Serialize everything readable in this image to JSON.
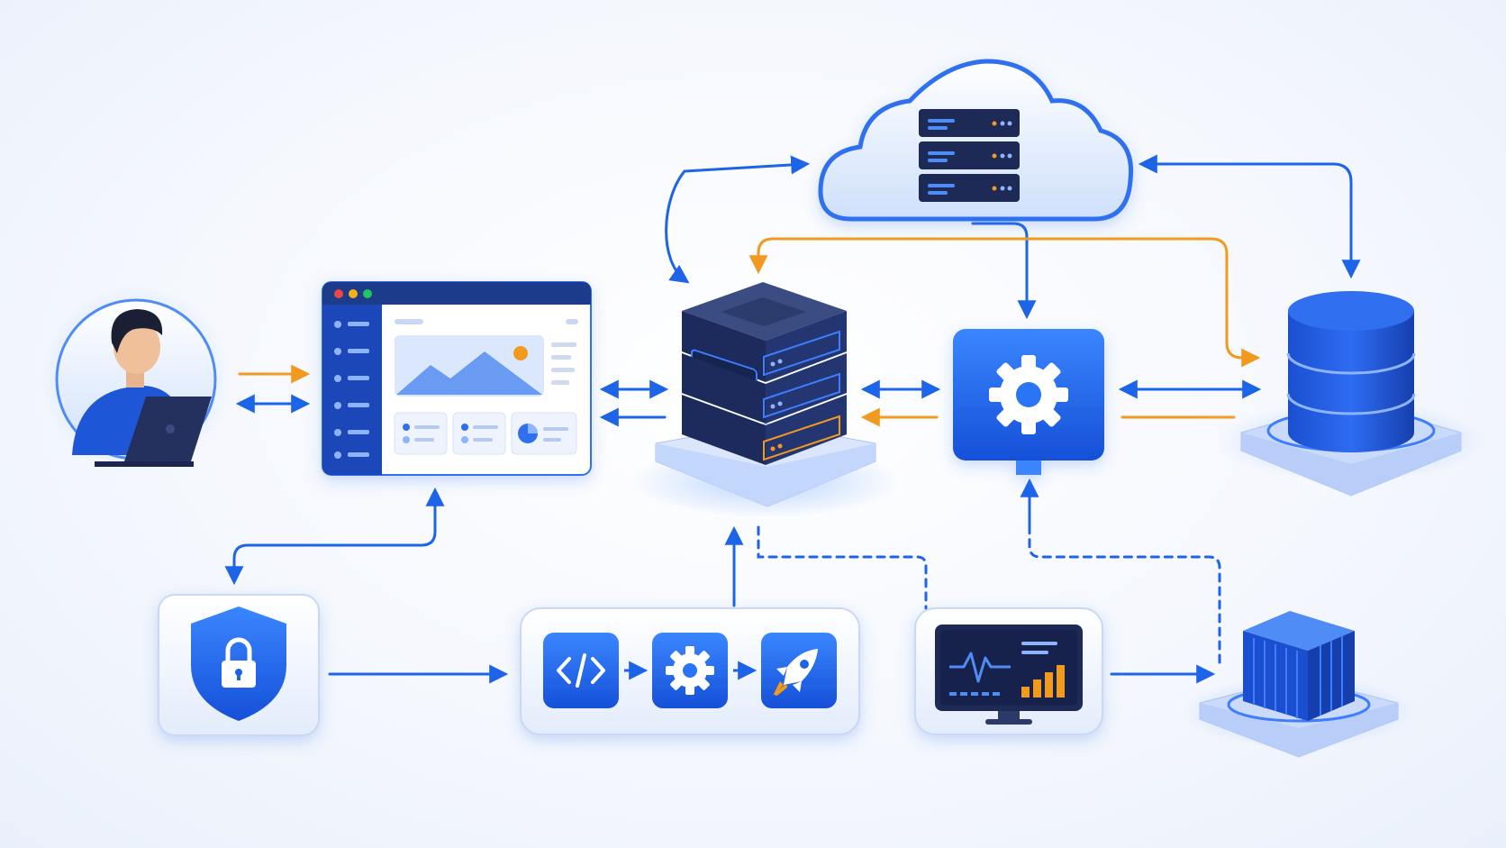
{
  "diagram": {
    "nodes": [
      {
        "id": "user",
        "icon": "person-with-laptop-icon"
      },
      {
        "id": "web-app",
        "icon": "browser-window-icon",
        "window_dots": [
          "#ef4444",
          "#f5b013",
          "#22c55e"
        ]
      },
      {
        "id": "app-server",
        "icon": "server-stack-icon"
      },
      {
        "id": "cloud",
        "icon": "cloud-server-icon"
      },
      {
        "id": "processing-service",
        "icon": "gear-icon"
      },
      {
        "id": "database",
        "icon": "database-icon"
      },
      {
        "id": "security",
        "icon": "shield-lock-icon"
      },
      {
        "id": "ci-cd-pipeline",
        "icons": [
          "code-icon",
          "gear-icon",
          "rocket-icon"
        ]
      },
      {
        "id": "monitoring",
        "icon": "monitor-chart-icon"
      },
      {
        "id": "container",
        "icon": "shipping-container-icon"
      }
    ],
    "edges": [
      {
        "from": "user",
        "to": "web-app",
        "style": "solid",
        "color": "orange",
        "direction": "forward"
      },
      {
        "from": "user",
        "to": "web-app",
        "style": "solid",
        "color": "blue",
        "direction": "both"
      },
      {
        "from": "web-app",
        "to": "app-server",
        "style": "solid",
        "color": "blue",
        "direction": "both"
      },
      {
        "from": "app-server",
        "to": "processing-service",
        "style": "solid",
        "color": "blue",
        "direction": "both"
      },
      {
        "from": "processing-service",
        "to": "app-server",
        "style": "solid",
        "color": "orange",
        "direction": "forward"
      },
      {
        "from": "processing-service",
        "to": "database",
        "style": "solid",
        "color": "blue",
        "direction": "both"
      },
      {
        "from": "processing-service",
        "to": "database",
        "style": "solid",
        "color": "orange",
        "direction": "none"
      },
      {
        "from": "app-server",
        "to": "cloud",
        "style": "solid",
        "color": "blue",
        "direction": "both"
      },
      {
        "from": "cloud",
        "to": "database",
        "style": "solid",
        "color": "blue",
        "direction": "both"
      },
      {
        "from": "cloud",
        "to": "processing-service",
        "style": "solid",
        "color": "blue",
        "direction": "forward"
      },
      {
        "from": "processing-service",
        "to": "app-server",
        "style": "solid",
        "color": "orange",
        "direction": "forward",
        "route": "above"
      },
      {
        "from": "cloud",
        "to": "database",
        "style": "solid",
        "color": "orange",
        "direction": "forward",
        "route": "below-cloud"
      },
      {
        "from": "web-app",
        "to": "security",
        "style": "solid",
        "color": "blue",
        "direction": "both"
      },
      {
        "from": "security",
        "to": "ci-cd-pipeline",
        "style": "solid",
        "color": "blue",
        "direction": "forward"
      },
      {
        "from": "ci-cd-pipeline",
        "to": "app-server",
        "style": "solid",
        "color": "blue",
        "direction": "forward"
      },
      {
        "from": "app-server",
        "to": "monitoring",
        "style": "dashed",
        "color": "blue",
        "direction": "none"
      },
      {
        "from": "monitoring",
        "to": "container",
        "style": "solid",
        "color": "blue",
        "direction": "forward"
      },
      {
        "from": "container",
        "to": "processing-service",
        "style": "dashed",
        "color": "blue",
        "direction": "forward"
      }
    ]
  },
  "colors": {
    "primary_blue": "#1d64e8",
    "deep_blue": "#1a3d9e",
    "navy": "#1b2a55",
    "accent_orange": "#f29a1f",
    "glow_blue": "#7fb0ff"
  }
}
